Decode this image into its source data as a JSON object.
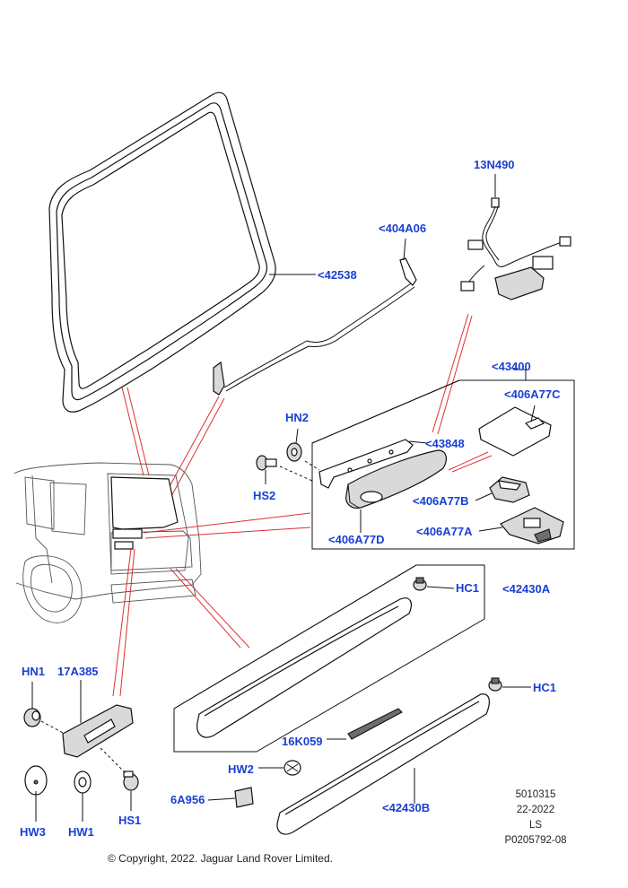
{
  "callouts": {
    "c42538": "<42538",
    "c404A06": "<404A06",
    "c13N490": "13N490",
    "c43400": "<43400",
    "c406A77C": "<406A77C",
    "c43848": "<43848",
    "c406A77B": "<406A77B",
    "c406A77A": "<406A77A",
    "c406A77D": "<406A77D",
    "cHN2": "HN2",
    "cHS2": "HS2",
    "cHC1a": "HC1",
    "c42430A": "<42430A",
    "cHC1b": "HC1",
    "cHN1": "HN1",
    "c17A385": "17A385",
    "c16K059": "16K059",
    "cHW2": "HW2",
    "c6A956": "6A956",
    "c42430B": "<42430B",
    "cHW3": "HW3",
    "cHW1": "HW1",
    "cHS1": "HS1"
  },
  "reference": {
    "line1": "5010315",
    "line2": "22-2022",
    "line3": "LS",
    "line4": "P0205792-08"
  },
  "copyright": "© Copyright, 2022. Jaguar Land Rover Limited.",
  "colors": {
    "callout_text": "#1a3fd4",
    "leader_red": "#e03030"
  }
}
